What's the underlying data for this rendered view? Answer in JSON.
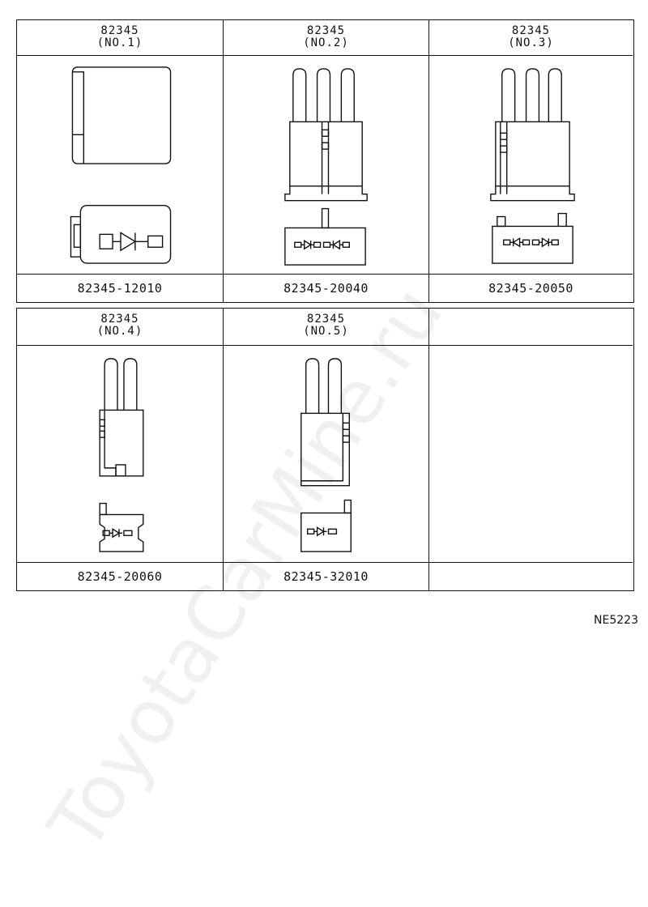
{
  "parts": [
    {
      "name": "82345",
      "number": "(NO.1)",
      "part_no": "82345-12010"
    },
    {
      "name": "82345",
      "number": "(NO.2)",
      "part_no": "82345-20040"
    },
    {
      "name": "82345",
      "number": "(NO.3)",
      "part_no": "82345-20050"
    },
    {
      "name": "82345",
      "number": "(NO.4)",
      "part_no": "82345-20060"
    },
    {
      "name": "82345",
      "number": "(NO.5)",
      "part_no": "82345-32010"
    }
  ],
  "doc_code": "NE5223",
  "watermark": "ToyotaCarMine.ru"
}
